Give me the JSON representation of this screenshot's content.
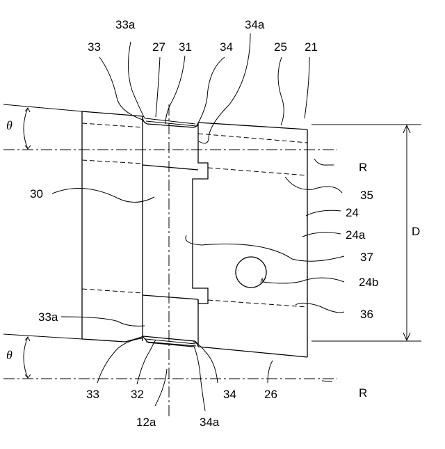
{
  "figure": {
    "labels": {
      "l33a_top": "33a",
      "l33_top": "33",
      "l27": "27",
      "l31": "31",
      "l34_top": "34",
      "l34a_top": "34a",
      "l25": "25",
      "l21": "21",
      "theta_top": "θ",
      "theta_bottom": "θ",
      "lR_top": "R",
      "lR_bottom": "R",
      "l30": "30",
      "l35": "35",
      "l24": "24",
      "l24a": "24a",
      "lD": "D",
      "l37": "37",
      "l24b": "24b",
      "l36": "36",
      "l33a_bottom": "33a",
      "l33_bottom": "33",
      "l32": "32",
      "l34_bottom": "34",
      "l26": "26",
      "l12a": "12a",
      "l34a_bottom": "34a"
    }
  }
}
